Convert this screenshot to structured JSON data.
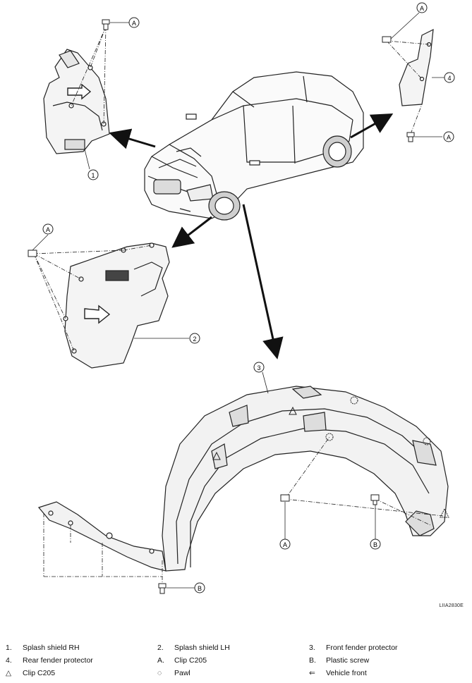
{
  "labels": {
    "callout_1": "1",
    "callout_2": "2",
    "callout_3": "3",
    "callout_4": "4",
    "callout_A": "A",
    "callout_B": "B"
  },
  "figure_code": "LIIA2830E",
  "legend": {
    "rows": [
      [
        {
          "key": "1.",
          "text": "Splash shield RH"
        },
        {
          "key": "2.",
          "text": "Splash shield LH"
        },
        {
          "key": "3.",
          "text": "Front fender protector"
        }
      ],
      [
        {
          "key": "4.",
          "text": "Rear fender protector"
        },
        {
          "key": "A.",
          "text": "Clip C205"
        },
        {
          "key": "B.",
          "text": "Plastic screw"
        }
      ],
      [
        {
          "key": "△",
          "text": "Clip C205"
        },
        {
          "key": "◌",
          "text": "Pawl"
        },
        {
          "key": "⇐",
          "text": "Vehicle front"
        }
      ]
    ]
  },
  "colors": {
    "line": "#222222",
    "shade": "#cfcfcf",
    "dark": "#333333"
  }
}
